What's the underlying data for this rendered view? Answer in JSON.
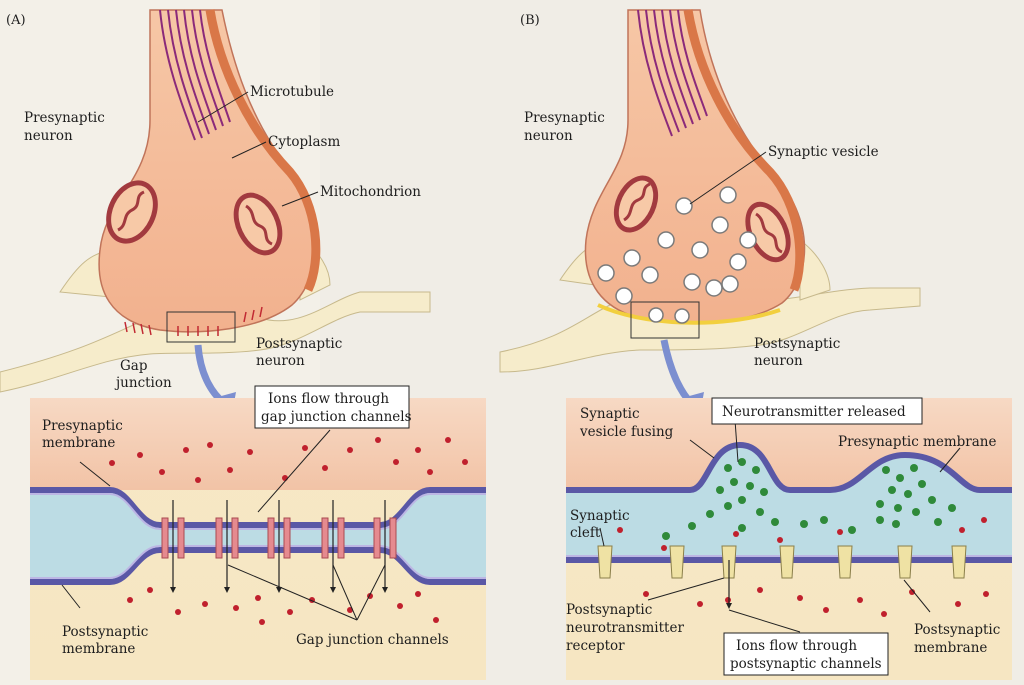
{
  "panel_a": {
    "label": "(A)",
    "presynaptic_neuron": [
      "Presynaptic",
      "neuron"
    ],
    "microtubule": "Microtubule",
    "cytoplasm": "Cytoplasm",
    "mitochondrion": "Mitochondrion",
    "gap_junction": [
      "Gap",
      "junction"
    ],
    "postsynaptic_neuron": [
      "Postsynaptic",
      "neuron"
    ],
    "ions_flow_box": [
      "Ions flow through",
      "gap junction channels"
    ],
    "presynaptic_membrane": [
      "Presynaptic",
      "membrane"
    ],
    "postsynaptic_membrane": [
      "Postsynaptic",
      "membrane"
    ],
    "gap_junction_channels": "Gap junction channels"
  },
  "panel_b": {
    "label": "(B)",
    "presynaptic_neuron": [
      "Presynaptic",
      "neuron"
    ],
    "synaptic_vesicle": "Synaptic vesicle",
    "postsynaptic_neuron": [
      "Postsynaptic",
      "neuron"
    ],
    "vesicle_fusing": [
      "Synaptic",
      "vesicle fusing"
    ],
    "neurotransmitter_box": "Neurotransmitter released",
    "presynaptic_membrane": "Presynaptic membrane",
    "synaptic_cleft": [
      "Synaptic",
      "cleft"
    ],
    "receptor": [
      "Postsynaptic",
      "neurotransmitter",
      "receptor"
    ],
    "ions_flow_box": [
      "Ions flow through",
      "postsynaptic channels"
    ],
    "postsynaptic_membrane": [
      "Postsynaptic",
      "membrane"
    ]
  },
  "colors": {
    "cytoplasm": "#f0b592",
    "membrane": "#5a58a6",
    "cleft": "#bcdce4",
    "ion": "#c0202d",
    "neurotransmitter": "#2f8a3a",
    "channel": "#e58a8f",
    "receptor": "#efe2a4",
    "callout_arrow": "#7c8fd0"
  }
}
